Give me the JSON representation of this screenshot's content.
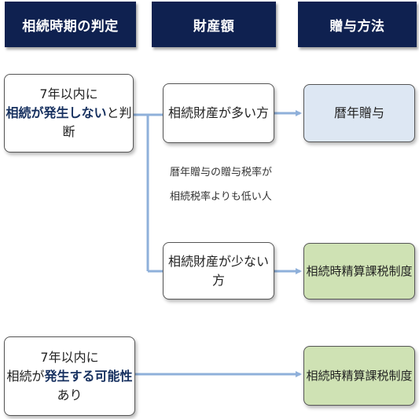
{
  "headers": {
    "judgment": "相続時期の判定",
    "assets": "財産額",
    "method": "贈与方法"
  },
  "cases": {
    "within7_no_inherit": {
      "line1": "7年以内に",
      "line2_emph": "相続が発生しない",
      "line2_rest": "と判断"
    },
    "within7_possible": {
      "line1": "7年以内に",
      "line2_prefix": "相続が",
      "line2_emph": "発生する可能性",
      "line2_rest": "あり"
    }
  },
  "assets": {
    "many": "相続財産が多い方",
    "few": "相続財産が少ない方"
  },
  "note": {
    "line1": "暦年贈与の贈与税率が",
    "line2": "相続税率よりも低い人"
  },
  "methods": {
    "calendar_year_gift": "暦年贈与",
    "settlement_system_1": "相続時精算課税制度",
    "settlement_system_2": "相続時精算課税制度"
  },
  "colors": {
    "header_bg": "#0f2150",
    "emphasis_text": "#16305f",
    "arrow": "#8fb0da",
    "result_blue": "#dde7f3",
    "result_green": "#cfe2b4"
  }
}
